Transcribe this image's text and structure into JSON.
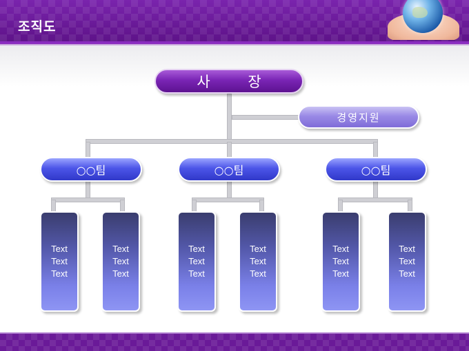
{
  "header": {
    "title": "조직도"
  },
  "chart": {
    "ceo": "사 장",
    "management_support": "경영지원",
    "teams": [
      {
        "label": "○○팀",
        "members": [
          [
            "Text",
            "Text",
            "Text"
          ],
          [
            "Text",
            "Text",
            "Text"
          ]
        ]
      },
      {
        "label": "○○팀",
        "members": [
          [
            "Text",
            "Text",
            "Text"
          ],
          [
            "Text",
            "Text",
            "Text"
          ]
        ]
      },
      {
        "label": "○○팀",
        "members": [
          [
            "Text",
            "Text",
            "Text"
          ],
          [
            "Text",
            "Text",
            "Text"
          ]
        ]
      }
    ]
  },
  "colors": {
    "primary": "#6a1a98",
    "team": "#4c55e8",
    "support": "#9a8ae6"
  },
  "icons": {
    "header_image": "globe-in-hands-icon"
  }
}
